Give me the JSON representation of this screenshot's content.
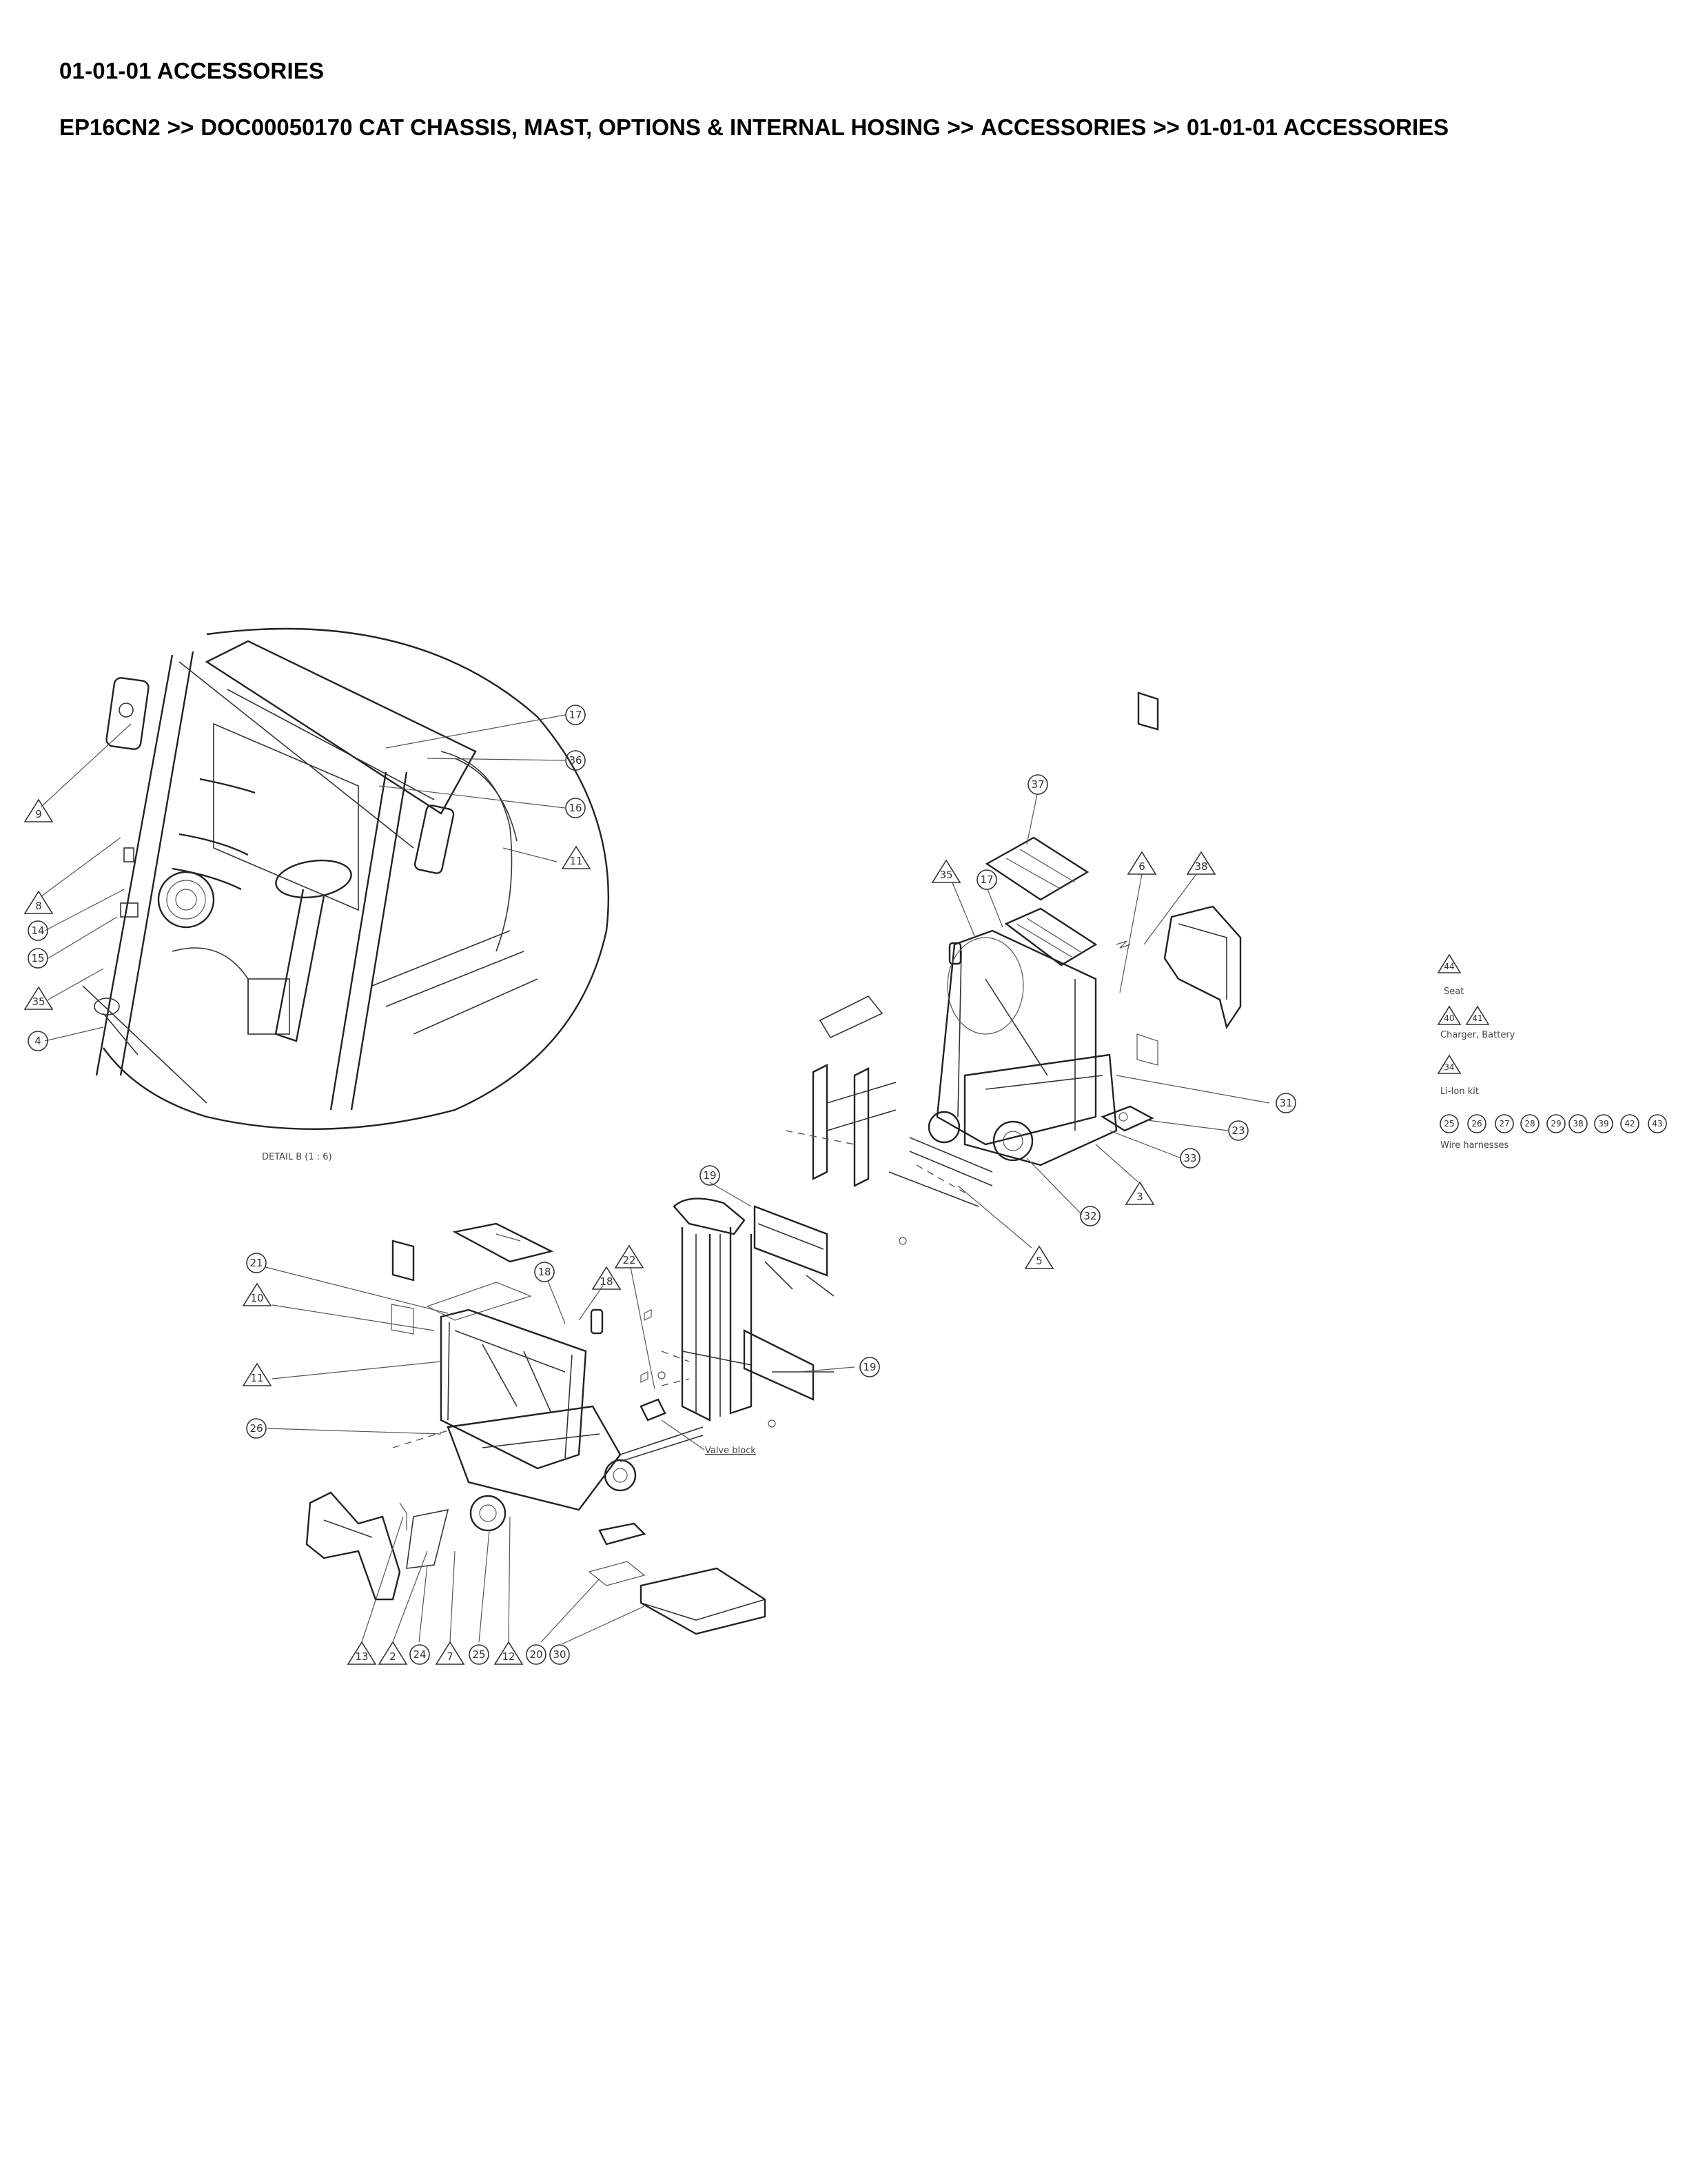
{
  "header": {
    "title": "01-01-01 ACCESSORIES",
    "breadcrumb": [
      "EP16CN2",
      "DOC00050170 CAT CHASSIS, MAST, OPTIONS & INTERNAL HOSING",
      "ACCESSORIES",
      "01-01-01 ACCESSORIES"
    ],
    "separator": ">>"
  },
  "drawing": {
    "detail_label": "DETAIL B (1 : 6)",
    "valve_block_label": "Valve block",
    "detail_callouts": [
      {
        "id": "17",
        "shape": "circle"
      },
      {
        "id": "36",
        "shape": "circle"
      },
      {
        "id": "16",
        "shape": "circle"
      },
      {
        "id": "11",
        "shape": "triangle"
      },
      {
        "id": "9",
        "shape": "triangle"
      },
      {
        "id": "8",
        "shape": "triangle"
      },
      {
        "id": "14",
        "shape": "circle"
      },
      {
        "id": "15",
        "shape": "circle"
      },
      {
        "id": "35",
        "shape": "triangle"
      },
      {
        "id": "4",
        "shape": "circle"
      }
    ],
    "right_truck_callouts": [
      {
        "id": "37",
        "shape": "circle"
      },
      {
        "id": "35",
        "shape": "triangle"
      },
      {
        "id": "17",
        "shape": "circle"
      },
      {
        "id": "6",
        "shape": "triangle"
      },
      {
        "id": "38",
        "shape": "triangle"
      },
      {
        "id": "31",
        "shape": "circle"
      },
      {
        "id": "23",
        "shape": "circle"
      },
      {
        "id": "33",
        "shape": "circle"
      },
      {
        "id": "3",
        "shape": "triangle"
      },
      {
        "id": "32",
        "shape": "circle"
      },
      {
        "id": "5",
        "shape": "triangle"
      }
    ],
    "left_truck_callouts": [
      {
        "id": "21",
        "shape": "circle"
      },
      {
        "id": "10",
        "shape": "triangle"
      },
      {
        "id": "11",
        "shape": "triangle"
      },
      {
        "id": "26",
        "shape": "circle"
      },
      {
        "id": "18",
        "shape": "circle"
      },
      {
        "id": "18",
        "shape": "triangle"
      },
      {
        "id": "22",
        "shape": "triangle"
      },
      {
        "id": "19",
        "shape": "circle"
      },
      {
        "id": "19",
        "shape": "circle"
      }
    ],
    "bottom_row_callouts": [
      {
        "id": "13",
        "shape": "triangle"
      },
      {
        "id": "2",
        "shape": "triangle"
      },
      {
        "id": "24",
        "shape": "circle"
      },
      {
        "id": "7",
        "shape": "triangle"
      },
      {
        "id": "25",
        "shape": "circle"
      },
      {
        "id": "12",
        "shape": "triangle"
      },
      {
        "id": "20",
        "shape": "circle"
      },
      {
        "id": "30",
        "shape": "circle"
      }
    ]
  },
  "legend": {
    "groups": [
      {
        "name": "Seat",
        "items": [
          {
            "id": "44",
            "shape": "triangle"
          }
        ]
      },
      {
        "name": "Charger, Battery",
        "items": [
          {
            "id": "40",
            "shape": "triangle"
          },
          {
            "id": "41",
            "shape": "triangle"
          }
        ]
      },
      {
        "name": "Li-Ion kit",
        "items": [
          {
            "id": "34",
            "shape": "triangle"
          }
        ]
      },
      {
        "name": "Wire harnesses",
        "items": [
          {
            "id": "25",
            "shape": "circle"
          },
          {
            "id": "26",
            "shape": "circle"
          },
          {
            "id": "27",
            "shape": "circle"
          },
          {
            "id": "28",
            "shape": "circle"
          },
          {
            "id": "29",
            "shape": "circle"
          },
          {
            "id": "38",
            "shape": "circle"
          },
          {
            "id": "39",
            "shape": "circle"
          },
          {
            "id": "42",
            "shape": "circle"
          },
          {
            "id": "43",
            "shape": "circle"
          }
        ]
      }
    ]
  }
}
